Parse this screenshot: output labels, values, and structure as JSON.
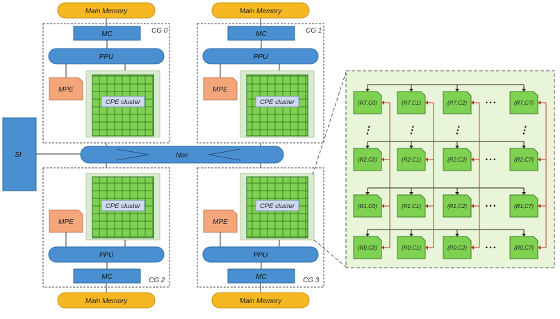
{
  "main_memory_label": "Main Memory",
  "mc_label": "MC",
  "ppu_label": "PPU",
  "mpe_label": "MPE",
  "cpe_cluster_label": "CPE cluster",
  "si_label": "SI",
  "noc_label": "Noc",
  "core_groups": [
    "CG 0",
    "CG 1",
    "CG 2",
    "CG 3"
  ],
  "cpe_grid": {
    "rows": [
      [
        "(R7,C0)",
        "(R7,C1)",
        "(R7,C2)",
        "(R7,C7)"
      ],
      [
        "(R2,C0)",
        "(R2,C1)",
        "(R2,C2)",
        "(R2,C7)"
      ],
      [
        "(R1,C0)",
        "(R1,C1)",
        "(R1,C2)",
        "(R1,C7)"
      ],
      [
        "(R0,C0)",
        "(R0,C1)",
        "(R0,C2)",
        "(R0,C7)"
      ]
    ],
    "col_ellipsis": "• • •",
    "row_ellipsis": "⋮"
  },
  "colors": {
    "memory": "#f5b820",
    "mc": "#4a8fd0",
    "ppu": "#4a8fd0",
    "noc": "#4a8fd0",
    "mpe": "#f4a57a",
    "cpe_green": "#7ed151",
    "cpe_bg": "#d8ead0",
    "grid_panel": "#e8f5d8",
    "bus_red": "#c8302c"
  }
}
